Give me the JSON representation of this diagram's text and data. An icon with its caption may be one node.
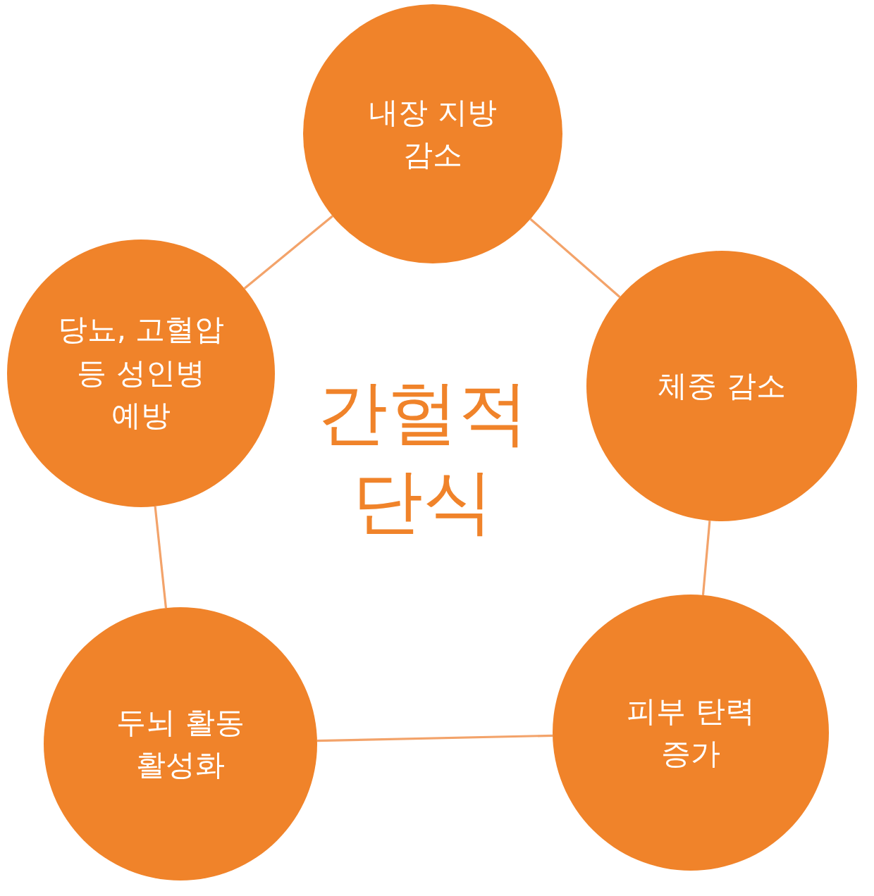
{
  "diagram": {
    "nodes": [
      {
        "text": [
          "내장 지방 감소"
        ]
      },
      {
        "text": [
          "체중 감소"
        ]
      },
      {
        "text": [
          "피부 탄력 증가"
        ]
      },
      {
        "text": [
          "두뇌 활동 활성화"
        ]
      },
      {
        "text": [
          "당뇨, 고혈압 등 성인병 예방"
        ]
      }
    ],
    "edges": [
      {
        "from": 0,
        "to": 1,
        "arrow": "none"
      },
      {
        "from": 1,
        "to": 2,
        "arrow": "none"
      },
      {
        "from": 2,
        "to": 3,
        "arrow": "none"
      },
      {
        "from": 3,
        "to": 4,
        "arrow": "none"
      },
      {
        "from": 4,
        "to": 0,
        "arrow": "none"
      }
    ],
    "labels": [
      "간헐적 단식"
    ]
  }
}
